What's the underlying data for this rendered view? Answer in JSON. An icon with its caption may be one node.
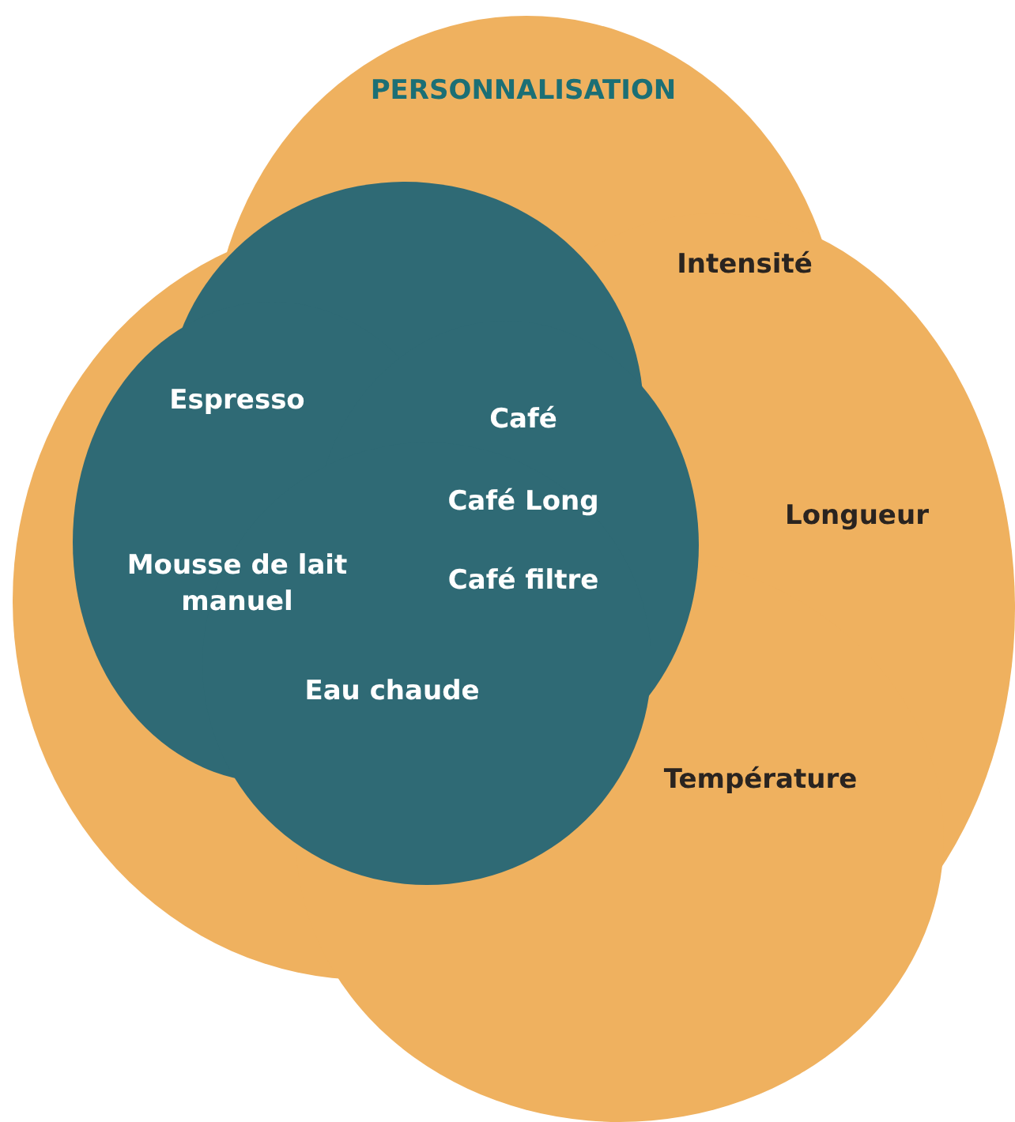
{
  "diagram": {
    "nodes": [
      {
        "text": [
          "PERSONNALISATION",
          "Intensité",
          "Longueur",
          "Température"
        ]
      },
      {
        "text": [
          "Espresso",
          "Café",
          "Café Long",
          "Mousse de lait manuel",
          "Café filtre",
          "Eau chaude"
        ],
        "in": 0
      }
    ]
  }
}
